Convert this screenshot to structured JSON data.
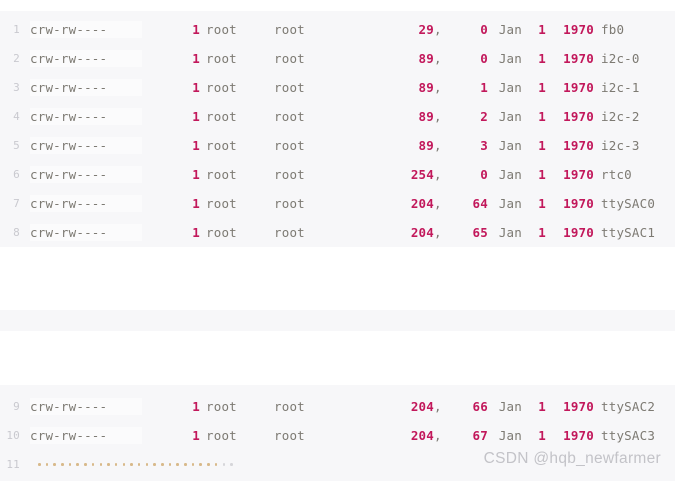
{
  "colors": {
    "block_bg": "#f7f7f9",
    "page_bg": "#ffffff",
    "token_number": "#c2185b",
    "token_text": "#7d7a73",
    "line_number": "#c9c9cf",
    "watermark": "#c3c3c8",
    "dot": "#d8b98a"
  },
  "blocks": [
    {
      "id": "block-1",
      "lines": [
        {
          "number": "1",
          "perm": "crw-rw----",
          "links": "1",
          "owner": "root",
          "group": "root",
          "major": "29",
          "comma": ",",
          "minor": "0",
          "month": "Jan",
          "day": "1",
          "year": "1970",
          "filename": "fb0"
        },
        {
          "number": "2",
          "perm": "crw-rw----",
          "links": "1",
          "owner": "root",
          "group": "root",
          "major": "89",
          "comma": ",",
          "minor": "0",
          "month": "Jan",
          "day": "1",
          "year": "1970",
          "filename": "i2c-0"
        },
        {
          "number": "3",
          "perm": "crw-rw----",
          "links": "1",
          "owner": "root",
          "group": "root",
          "major": "89",
          "comma": ",",
          "minor": "1",
          "month": "Jan",
          "day": "1",
          "year": "1970",
          "filename": "i2c-1"
        },
        {
          "number": "4",
          "perm": "crw-rw----",
          "links": "1",
          "owner": "root",
          "group": "root",
          "major": "89",
          "comma": ",",
          "minor": "2",
          "month": "Jan",
          "day": "1",
          "year": "1970",
          "filename": "i2c-2"
        },
        {
          "number": "5",
          "perm": "crw-rw----",
          "links": "1",
          "owner": "root",
          "group": "root",
          "major": "89",
          "comma": ",",
          "minor": "3",
          "month": "Jan",
          "day": "1",
          "year": "1970",
          "filename": "i2c-3"
        },
        {
          "number": "6",
          "perm": "crw-rw----",
          "links": "1",
          "owner": "root",
          "group": "root",
          "major": "254",
          "comma": ",",
          "minor": "0",
          "month": "Jan",
          "day": "1",
          "year": "1970",
          "filename": "rtc0"
        },
        {
          "number": "7",
          "perm": "crw-rw----",
          "links": "1",
          "owner": "root",
          "group": "root",
          "major": "204",
          "comma": ",",
          "minor": "64",
          "month": "Jan",
          "day": "1",
          "year": "1970",
          "filename": "ttySAC0"
        },
        {
          "number": "8",
          "perm": "crw-rw----",
          "links": "1",
          "owner": "root",
          "group": "root",
          "major": "204",
          "comma": ",",
          "minor": "65",
          "month": "Jan",
          "day": "1",
          "year": "1970",
          "filename": "ttySAC1"
        }
      ]
    },
    {
      "id": "block-2",
      "lines": []
    },
    {
      "id": "block-3",
      "lines": [
        {
          "number": "9",
          "perm": "crw-rw----",
          "links": "1",
          "owner": "root",
          "group": "root",
          "major": "204",
          "comma": ",",
          "minor": "66",
          "month": "Jan",
          "day": "1",
          "year": "1970",
          "filename": "ttySAC2"
        },
        {
          "number": "10",
          "perm": "crw-rw----",
          "links": "1",
          "owner": "root",
          "group": "root",
          "major": "204",
          "comma": ",",
          "minor": "67",
          "month": "Jan",
          "day": "1",
          "year": "1970",
          "filename": "ttySAC3"
        }
      ],
      "ellipsis_line": {
        "number": "11",
        "dot_count": 26
      }
    }
  ],
  "watermark": {
    "text": "CSDN @hqb_newfarmer"
  }
}
